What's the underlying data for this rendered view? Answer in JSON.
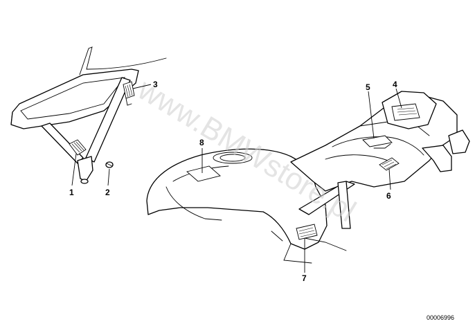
{
  "diagram": {
    "watermark": "www.BMWstore.pl",
    "drawing_code": "00006996",
    "callouts": [
      {
        "label": "1"
      },
      {
        "label": "2"
      },
      {
        "label": "3"
      },
      {
        "label": "4"
      },
      {
        "label": "5"
      },
      {
        "label": "6"
      },
      {
        "label": "7"
      },
      {
        "label": "8"
      }
    ]
  }
}
